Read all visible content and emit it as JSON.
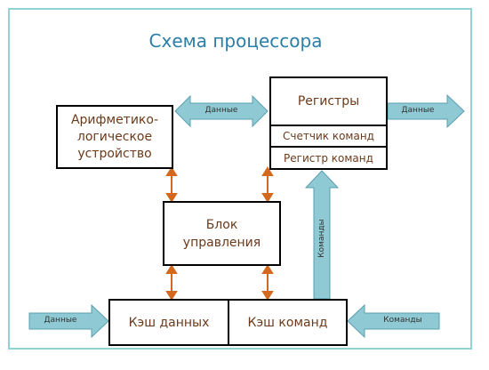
{
  "title": "Схема процессора",
  "blocks": {
    "alu": "Арифметико-\nлогическое\nустройство",
    "registers": "Регистры",
    "counter": "Счетчик команд",
    "instr_reg": "Регистр команд",
    "control": "Блок\nуправления",
    "data_cache": "Кэш данных",
    "instr_cache": "Кэш команд"
  },
  "arrows": {
    "alu_registers": "Данные",
    "registers_out": "Данные",
    "data_in": "Данные",
    "commands_in": "Команды",
    "commands_up": "Команды"
  },
  "colors": {
    "frame": "#8fd3d3",
    "arrow_fill": "#8ec9d4",
    "arrow_stroke": "#5aa0b0",
    "link": "#d2691e",
    "text": "#6b3a1a",
    "title": "#2a7fa8"
  }
}
